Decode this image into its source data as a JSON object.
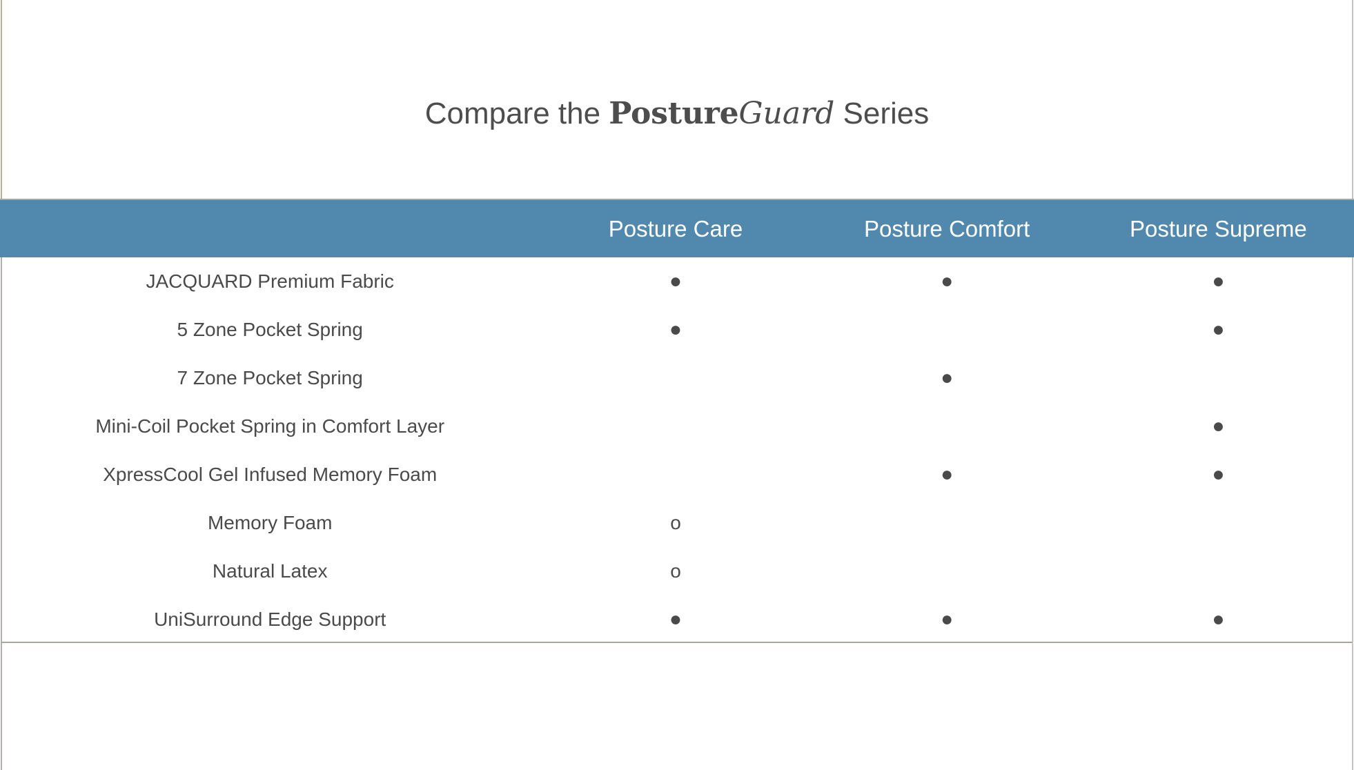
{
  "title": {
    "prefix": "Compare the ",
    "brand_bold": "Posture",
    "brand_italic": "Guard",
    "suffix": " Series"
  },
  "table": {
    "feature_column_header": "",
    "columns": [
      {
        "label": "Posture Care"
      },
      {
        "label": "Posture Comfort"
      },
      {
        "label": "Posture Supreme"
      }
    ],
    "markers": {
      "included": "●",
      "optional": "o",
      "none": ""
    },
    "rows": [
      {
        "feature": "JACQUARD Premium Fabric",
        "cells": [
          "included",
          "included",
          "included"
        ],
        "values": [
          "●",
          "●",
          "●"
        ]
      },
      {
        "feature": "5 Zone Pocket Spring",
        "cells": [
          "included",
          "none",
          "included"
        ],
        "values": [
          "●",
          "",
          "●"
        ]
      },
      {
        "feature": "7 Zone Pocket Spring",
        "cells": [
          "none",
          "included",
          "none"
        ],
        "values": [
          "",
          "●",
          ""
        ]
      },
      {
        "feature": "Mini-Coil Pocket Spring in Comfort Layer",
        "cells": [
          "none",
          "none",
          "included"
        ],
        "values": [
          "",
          "",
          "●"
        ]
      },
      {
        "feature": "XpressCool Gel Infused Memory Foam",
        "cells": [
          "none",
          "included",
          "included"
        ],
        "values": [
          "",
          "●",
          "●"
        ]
      },
      {
        "feature": "Memory Foam",
        "cells": [
          "optional",
          "none",
          "none"
        ],
        "values": [
          "o",
          "",
          ""
        ]
      },
      {
        "feature": "Natural Latex",
        "cells": [
          "optional",
          "none",
          "none"
        ],
        "values": [
          "o",
          "",
          ""
        ]
      },
      {
        "feature": "UniSurround Edge Support",
        "cells": [
          "included",
          "included",
          "included"
        ],
        "values": [
          "●",
          "●",
          "●"
        ]
      }
    ]
  },
  "colors": {
    "header_band": "#5189ae",
    "header_text": "#ffffff",
    "body_text": "#4a4a4a",
    "rule": "#a9a5a2",
    "edge_rule_top": "#c3ab8e",
    "edge_rule_bottom": "#b5adad",
    "page_background": "#ffffff"
  }
}
